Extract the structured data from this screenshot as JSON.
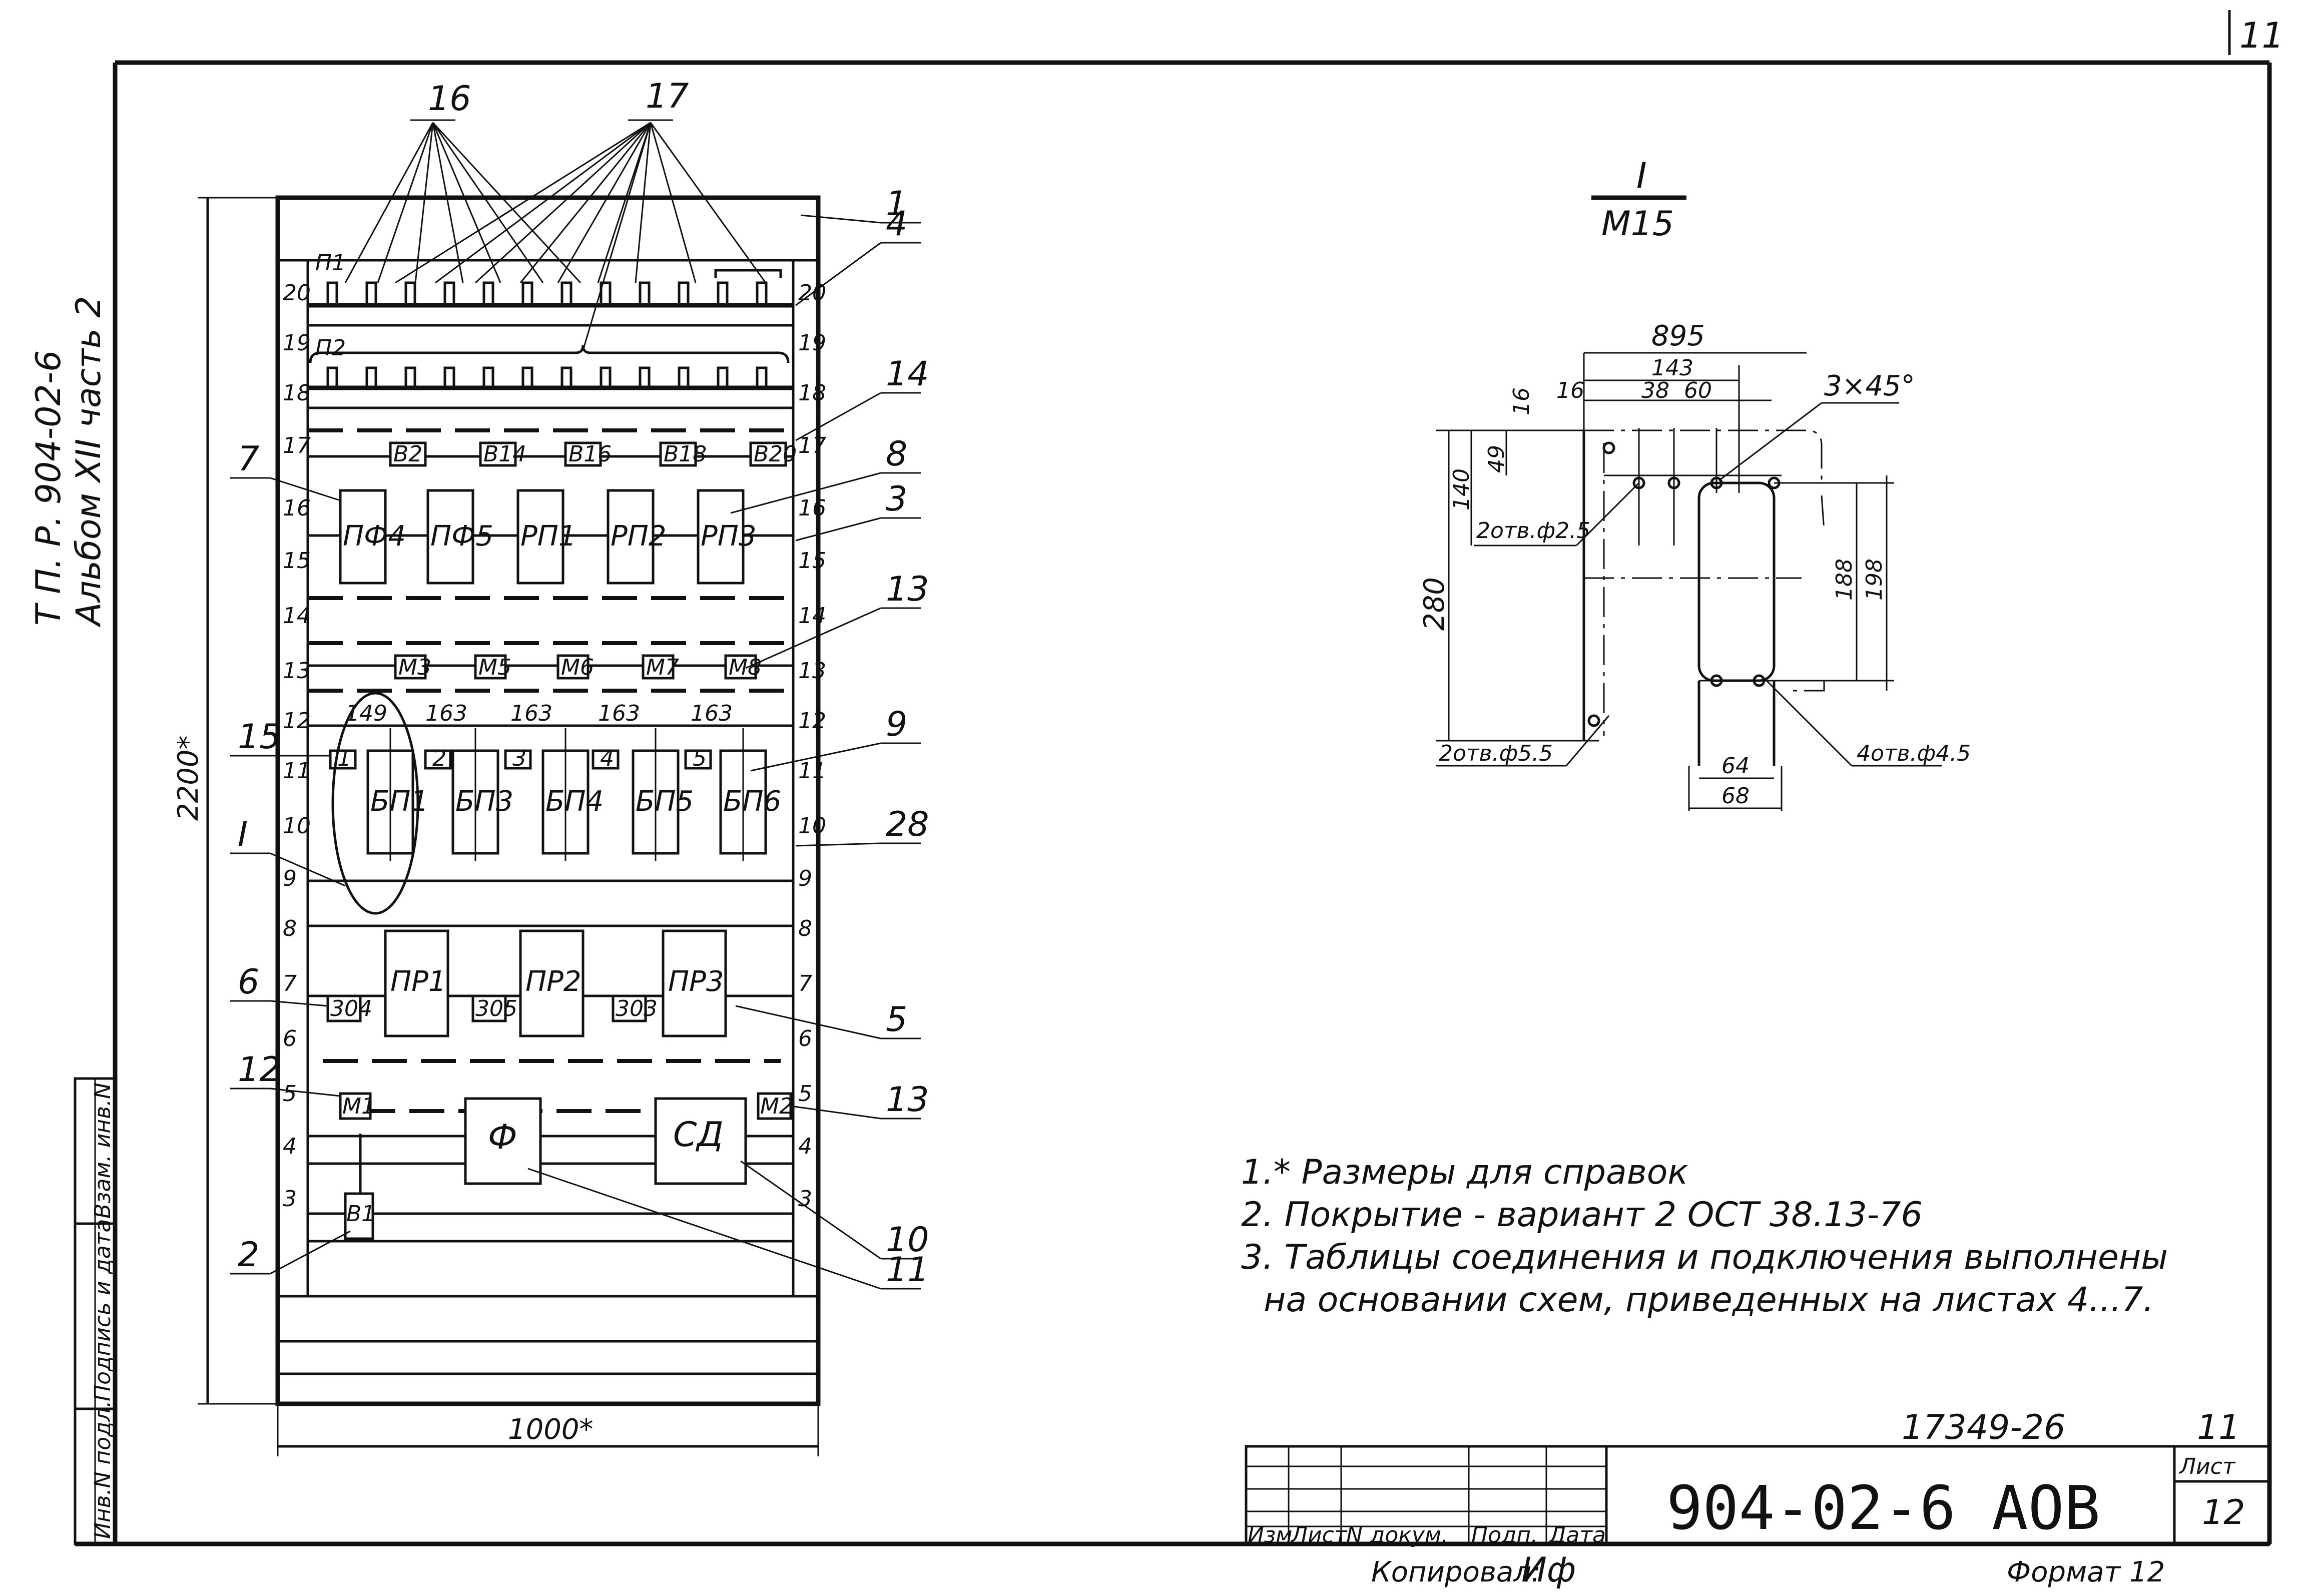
{
  "page": {
    "corner_number": "11"
  },
  "side_label": {
    "line1": "Т П. Р. 904-02-6",
    "line2": "Альбом XII часть 2"
  },
  "left_stamp": [
    "Инв.N подл.",
    "Подпись и дата",
    "Взам. инв.N"
  ],
  "cabinet": {
    "height_dim": "2200*",
    "width_dim": "1000*",
    "rows_left": [
      "20",
      "19",
      "18",
      "17",
      "16",
      "15",
      "14",
      "13",
      "12",
      "11",
      "10",
      "9",
      "8",
      "7",
      "6",
      "5",
      "4",
      "3"
    ],
    "rows_right": [
      "20",
      "19",
      "18",
      "17",
      "16",
      "15",
      "14",
      "13",
      "12",
      "11",
      "10",
      "9",
      "8",
      "7",
      "6",
      "5",
      "4",
      "3"
    ],
    "row_labels": {
      "p1": "П1",
      "p2": "П2"
    },
    "blocks_b": [
      "В2",
      "В14",
      "В16",
      "В18",
      "В20"
    ],
    "relays_upper": [
      "ПФ4",
      "ПФ5",
      "РП1",
      "РП2",
      "РП3"
    ],
    "blocks_m": [
      "М3",
      "М5",
      "М6",
      "М7",
      "М8"
    ],
    "dims_163": [
      "149",
      "163",
      "163",
      "163",
      "163"
    ],
    "pos_numbers": [
      "1",
      "2",
      "3",
      "4",
      "5"
    ],
    "power_blocks": [
      "БП1",
      "БП3",
      "БП4",
      "БП5",
      "БП6"
    ],
    "converters": [
      "ПР1",
      "ПР2",
      "ПР3"
    ],
    "small_boxes": [
      "304",
      "305",
      "303"
    ],
    "m_corner": [
      "М1",
      "М2"
    ],
    "units": [
      "Ф",
      "СД"
    ],
    "switch": "В1",
    "section_mark": "I"
  },
  "callouts": {
    "top": [
      "16",
      "17"
    ],
    "right": [
      "1",
      "4",
      "14",
      "8",
      "3",
      "13",
      "9",
      "28",
      "5",
      "13",
      "10",
      "11"
    ],
    "left": [
      "7",
      "15",
      "I",
      "6",
      "12",
      "2"
    ]
  },
  "detail": {
    "view_title": "I",
    "view_scale": "М15",
    "dims": {
      "d895": "895",
      "d143": "143",
      "d16a": "16",
      "d16b": "16",
      "d38": "38",
      "d60": "60",
      "chamfer": "3×45°",
      "d49": "49",
      "d140": "140",
      "d280": "280",
      "holes_a": "2отв.ф2.5",
      "d188": "188",
      "d198": "198",
      "holes_b": "2отв.ф5.5",
      "d64": "64",
      "d68": "68",
      "holes_c": "4отв.ф4.5"
    }
  },
  "notes": [
    "1.* Размеры для справок",
    "2. Покрытие - вариант 2     ОСТ 38.13-76",
    "3. Таблицы соединения и подключения выполнены",
    "на основании схем, приведенных на листах 4...7."
  ],
  "title_block": {
    "doc_number": "17349-26",
    "sheet_top": "11",
    "code": "904-02-6  АОВ",
    "sheet_label": "Лист",
    "sheet_value": "12",
    "headers": [
      "Изм",
      "Лист",
      "N докум.",
      "Подп.",
      "Дата"
    ],
    "copied_label": "Копировал:",
    "copied_sign": "Иф",
    "format": "Формат 12"
  }
}
